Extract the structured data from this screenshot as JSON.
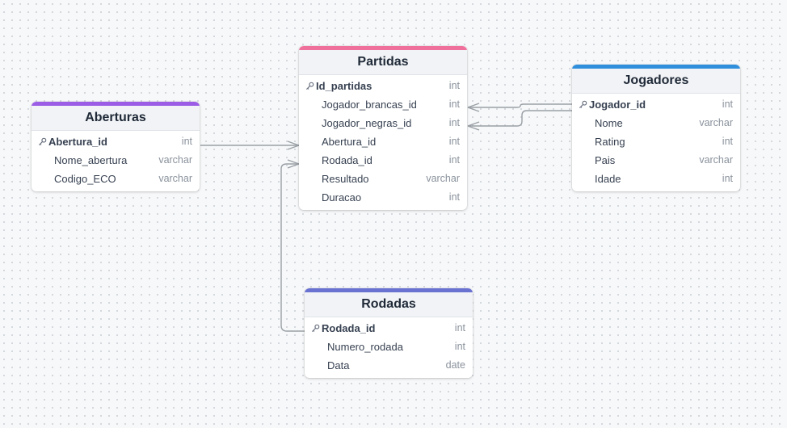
{
  "colors": {
    "aberturas": "#9b5de5",
    "partidas": "#f0709c",
    "jogadores": "#2f8fdc",
    "rodadas": "#6a72d1"
  },
  "tables": {
    "aberturas": {
      "title": "Aberturas",
      "fields": [
        {
          "name": "Abertura_id",
          "type": "int",
          "pk": true
        },
        {
          "name": "Nome_abertura",
          "type": "varchar"
        },
        {
          "name": "Codigo_ECO",
          "type": "varchar"
        }
      ]
    },
    "partidas": {
      "title": "Partidas",
      "fields": [
        {
          "name": "Id_partidas",
          "type": "int",
          "pk": true
        },
        {
          "name": "Jogador_brancas_id",
          "type": "int"
        },
        {
          "name": "Jogador_negras_id",
          "type": "int"
        },
        {
          "name": "Abertura_id",
          "type": "int"
        },
        {
          "name": "Rodada_id",
          "type": "int"
        },
        {
          "name": "Resultado",
          "type": "varchar"
        },
        {
          "name": "Duracao",
          "type": "int"
        }
      ]
    },
    "jogadores": {
      "title": "Jogadores",
      "fields": [
        {
          "name": "Jogador_id",
          "type": "int",
          "pk": true
        },
        {
          "name": "Nome",
          "type": "varchar"
        },
        {
          "name": "Rating",
          "type": "int"
        },
        {
          "name": "Pais",
          "type": "varchar"
        },
        {
          "name": "Idade",
          "type": "int"
        }
      ]
    },
    "rodadas": {
      "title": "Rodadas",
      "fields": [
        {
          "name": "Rodada_id",
          "type": "int",
          "pk": true
        },
        {
          "name": "Numero_rodada",
          "type": "int"
        },
        {
          "name": "Data",
          "type": "date"
        }
      ]
    }
  }
}
